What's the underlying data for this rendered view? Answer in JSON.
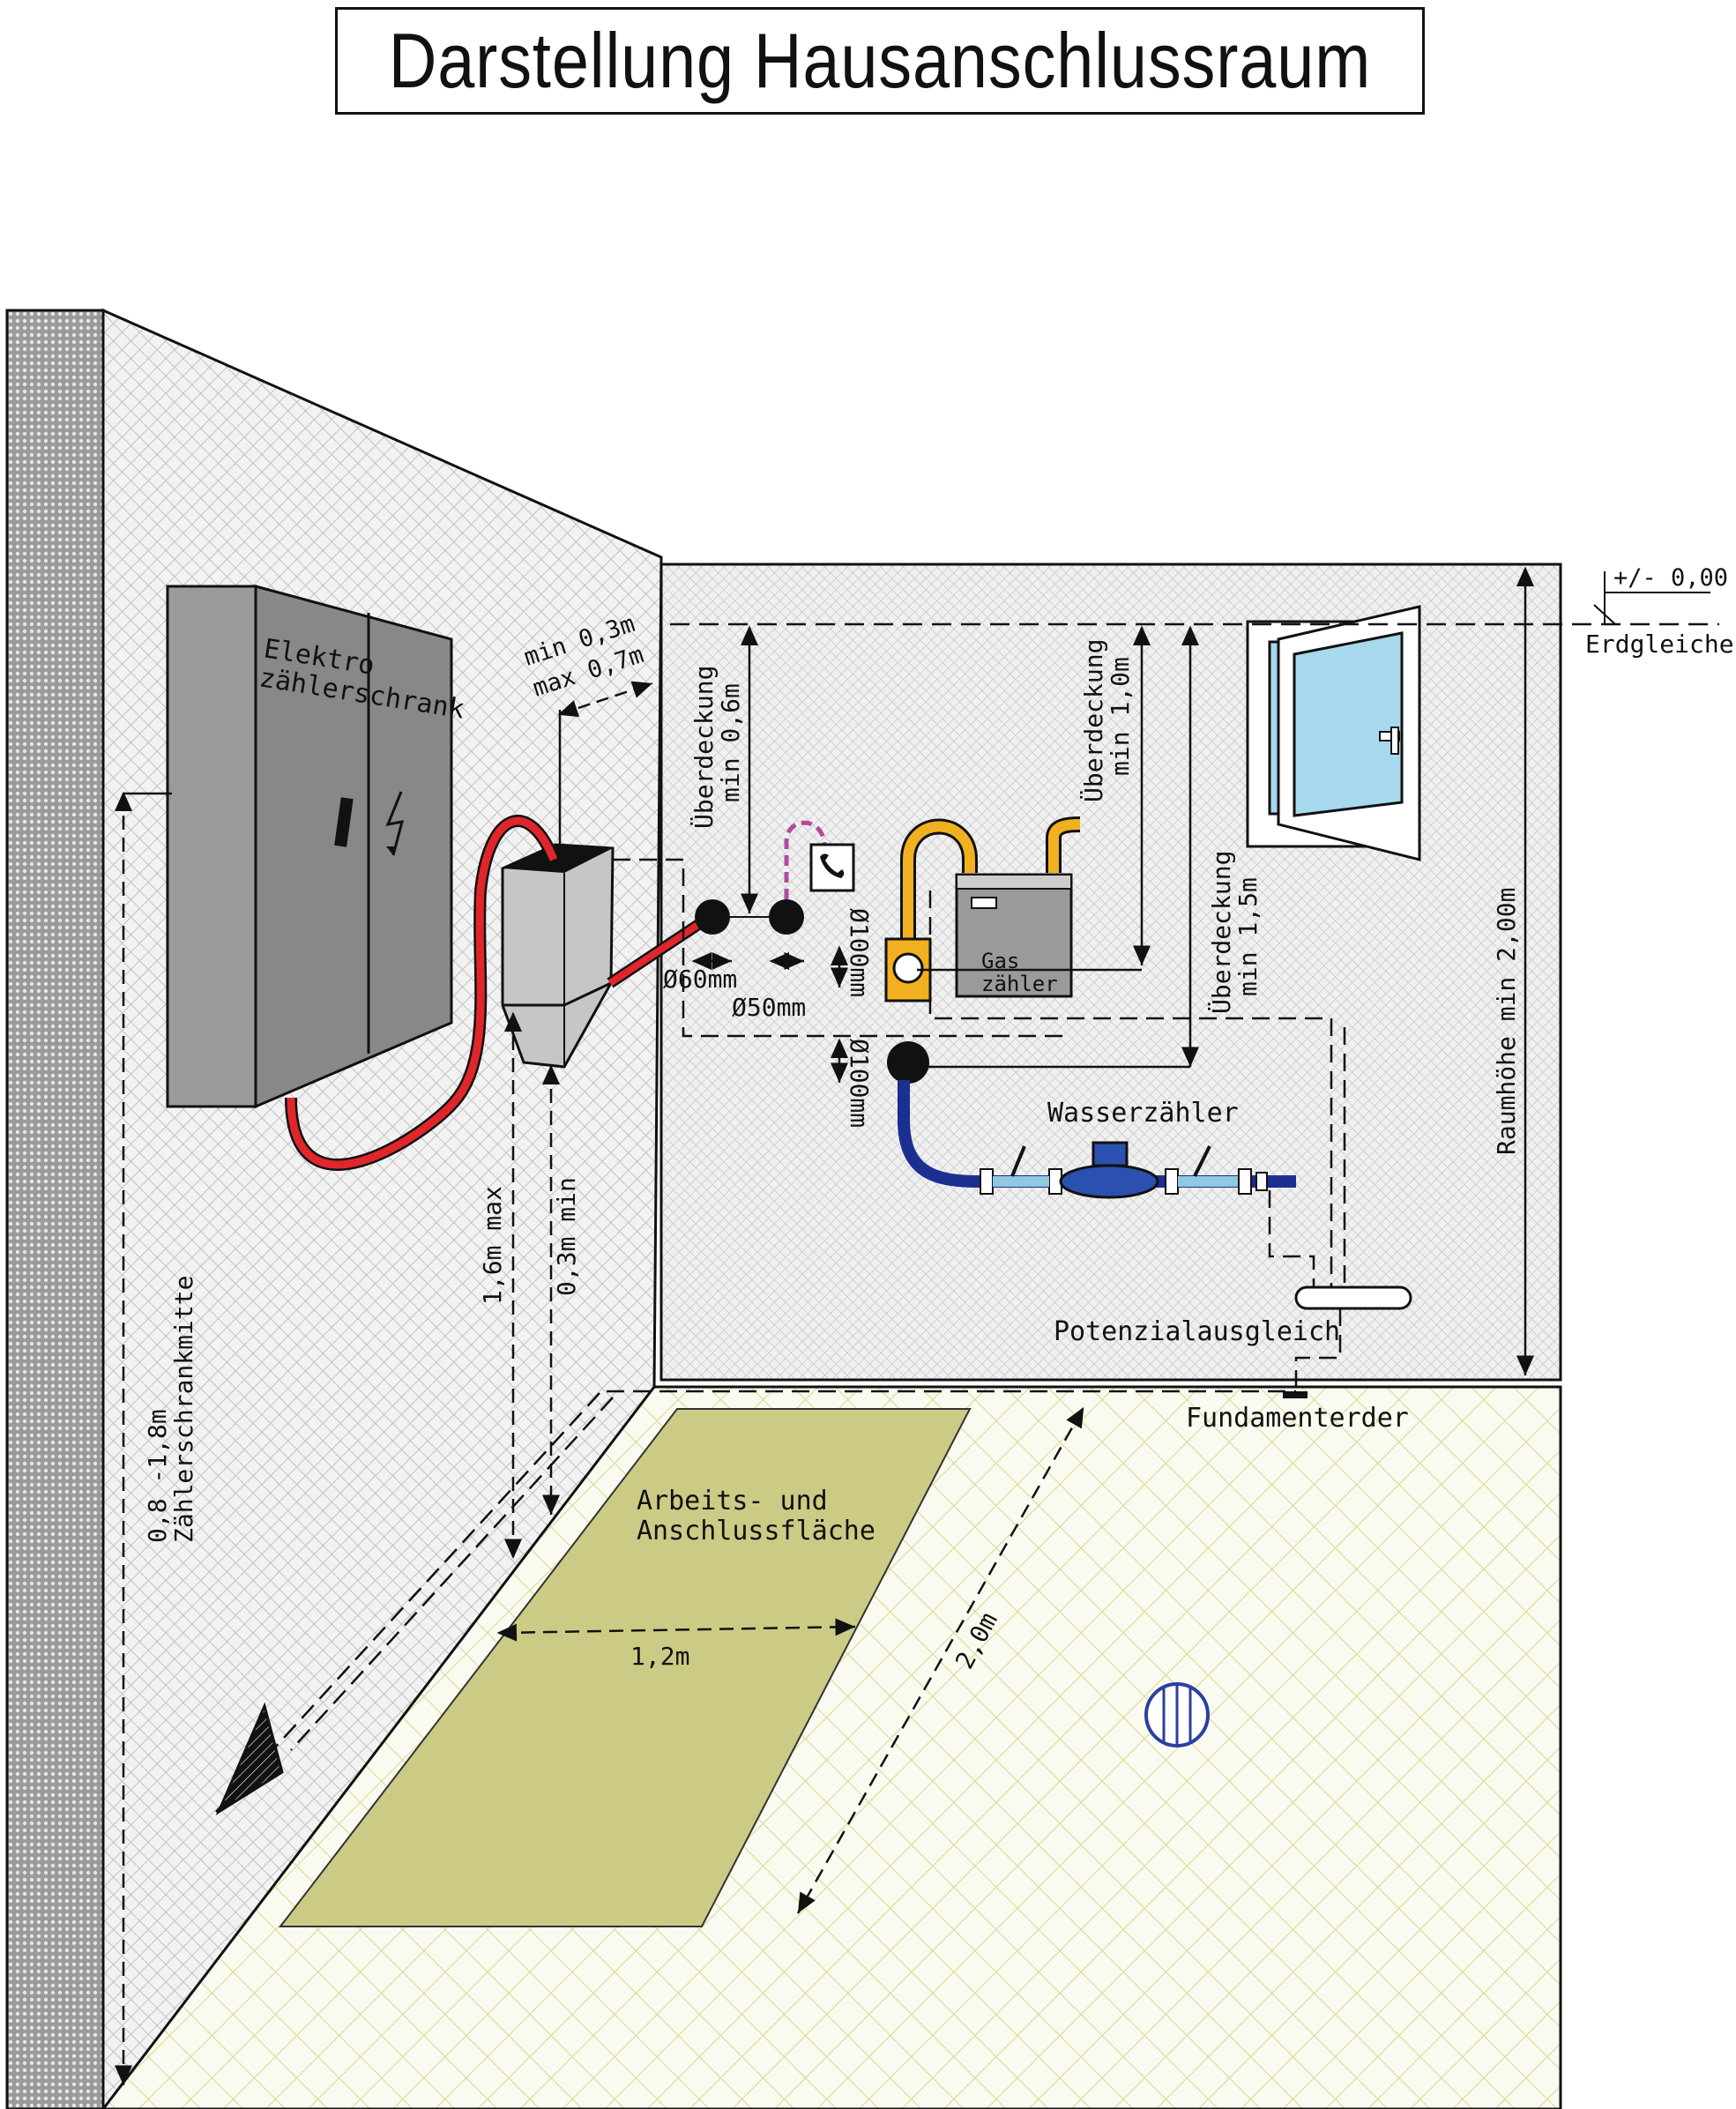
{
  "title": "Darstellung Hausanschlussraum",
  "labels": {
    "cabinet": [
      "Elektro",
      "zählerschrank"
    ],
    "gap_cabinet": [
      "min 0,3m",
      "max 0,7m"
    ],
    "cover_06": [
      "Überdeckung",
      "min 0,6m"
    ],
    "cover_10": [
      "Überdeckung",
      "min 1,0m"
    ],
    "cover_15": [
      "Überdeckung",
      "min 1,5m"
    ],
    "diam_60": "Ø60mm",
    "diam_50": "Ø50mm",
    "diam_100_gas": "Ø100mm",
    "diam_100_water": "Ø100mm",
    "gas_meter": [
      "Gas",
      "zähler"
    ],
    "water_meter": "Wasserzähler",
    "equipotential": "Potenzialausgleich",
    "foundation_earth": "Fundamenterder",
    "ground_level_value": "+/- 0,00",
    "ground_level": "Erdgleiche",
    "room_height": "Raumhöhe min 2,00m",
    "height_max": "1,6m max",
    "height_min": "0,3m min",
    "cabinet_center": [
      "0,8 -1,8m",
      "Zählerschrankmitte"
    ],
    "work_area": [
      "Arbeits- und",
      "Anschlussfläche"
    ],
    "width_12": "1,2m",
    "length_20": "2,0m"
  },
  "colors": {
    "wall_hatch": "#c8c8c8",
    "floor_hatch": "#d8da9a",
    "work_area": "#cccc88",
    "cabinet": "#8c8c8c",
    "power_cable": "#e0262b",
    "gas_pipe": "#f0b020",
    "water_pipe": "#1a2f8f",
    "telecom_cable": "#b44a9a",
    "window_glass": "#a8d8ee"
  },
  "icons": [
    "phone-icon",
    "lightning-icon",
    "floor-drain-icon"
  ]
}
